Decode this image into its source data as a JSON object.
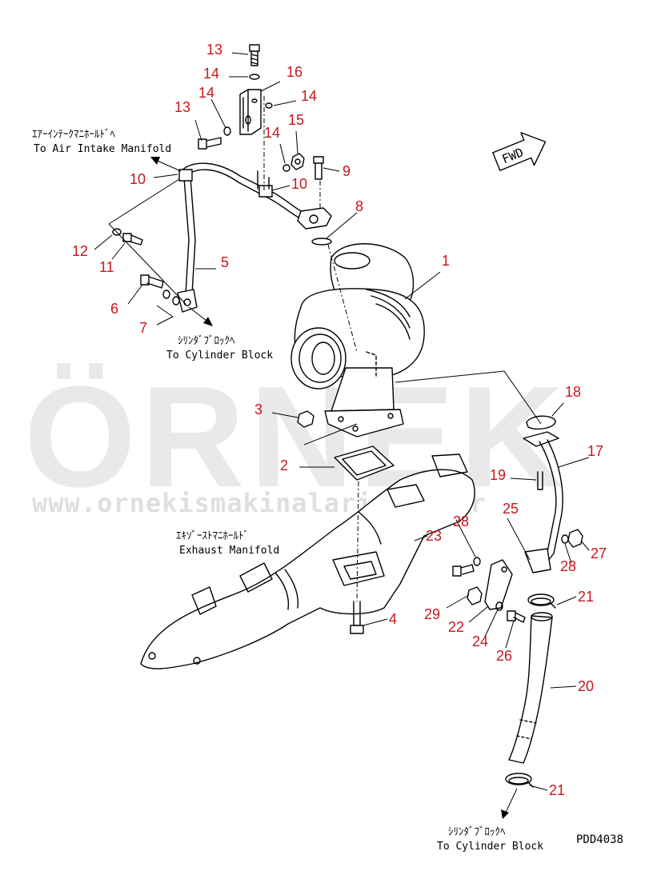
{
  "labels": {
    "air_intake_jp": "ｴｱｰｲﾝﾃｰｸﾏﾆﾎｰﾙﾄﾞﾍ",
    "air_intake_en": "To Air Intake Manifold",
    "cyl_block_upper_jp": "ｼﾘﾝﾀﾞﾌﾞﾛｯｸﾍ",
    "cyl_block_upper_en": "To Cylinder Block",
    "exhaust_jp": "ｴｷｿﾞｰｽﾄﾏﾆﾎｰﾙﾄﾞ",
    "exhaust_en": "Exhaust Manifold",
    "cyl_block_lower_jp": "ｼﾘﾝﾀﾞﾌﾞﾛｯｸﾍ",
    "cyl_block_lower_en": "To Cylinder Block",
    "fwd": "FWD",
    "drawing_code": "PDD4038"
  },
  "watermark": {
    "brand": "ÖRNEK",
    "url": "www.ornekismakinalari.com.tr",
    "accent_color": "#f5e6a8"
  },
  "callouts": [
    "13",
    "14",
    "16",
    "14",
    "13",
    "14",
    "14",
    "15",
    "9",
    "10",
    "10",
    "8",
    "1",
    "12",
    "11",
    "5",
    "6",
    "7",
    "3",
    "2",
    "18",
    "17",
    "19",
    "25",
    "28",
    "23",
    "27",
    "28",
    "4",
    "21",
    "29",
    "22",
    "24",
    "26",
    "20",
    "21"
  ],
  "colors": {
    "callout": "#c8161d",
    "line": "#000000"
  }
}
